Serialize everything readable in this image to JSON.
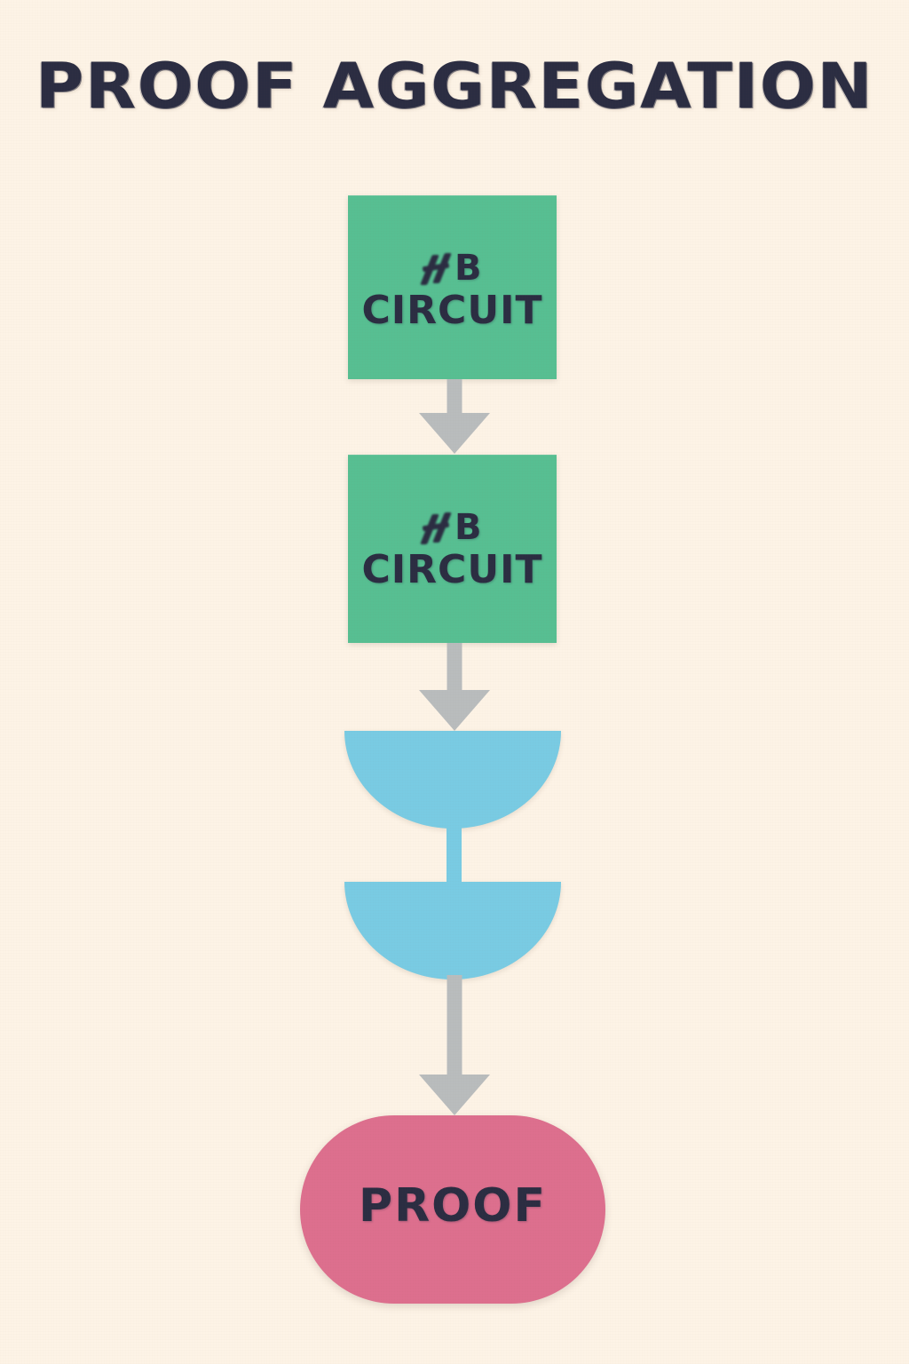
{
  "page": {
    "title": "PROOF AGGREGATION",
    "background_color": "#fdf3e6",
    "ink_color": "#2b2d42",
    "style": "hand-drawn cut-paper flowchart"
  },
  "palette": {
    "green": "#57bf92",
    "blue": "#79cbe3",
    "pink": "#dd6f8e",
    "arrow_gray": "#b9bcbd",
    "cream": "#fdf3e6",
    "navy": "#2b2d42"
  },
  "diagram": {
    "orientation": "top-to-bottom",
    "nodes": [
      {
        "id": "circuit-1",
        "shape": "rectangle",
        "color": "#57bf92",
        "line1": "B",
        "line2": "CIRCUIT",
        "prefix_glyph": "hash-smudge-icon"
      },
      {
        "id": "circuit-2",
        "shape": "rectangle",
        "color": "#57bf92",
        "line1": "B",
        "line2": "CIRCUIT",
        "prefix_glyph": "hash-smudge-icon"
      },
      {
        "id": "aggregator-1",
        "shape": "half-circle",
        "color": "#79cbe3",
        "label": ""
      },
      {
        "id": "aggregator-2",
        "shape": "half-circle",
        "color": "#79cbe3",
        "label": ""
      },
      {
        "id": "proof",
        "shape": "pill",
        "color": "#dd6f8e",
        "line1": "PROOF"
      }
    ],
    "connectors": [
      {
        "id": "arrow-1",
        "from": "circuit-1",
        "to": "circuit-2",
        "kind": "arrow",
        "color": "#b9bcbd"
      },
      {
        "id": "arrow-2",
        "from": "circuit-2",
        "to": "aggregator-1",
        "kind": "arrow",
        "color": "#b9bcbd"
      },
      {
        "id": "link-1",
        "from": "aggregator-1",
        "to": "aggregator-2",
        "kind": "stem",
        "color": "#79cbe3"
      },
      {
        "id": "arrow-3",
        "from": "aggregator-2",
        "to": "proof",
        "kind": "long-arrow",
        "color": "#b9bcbd"
      }
    ]
  }
}
